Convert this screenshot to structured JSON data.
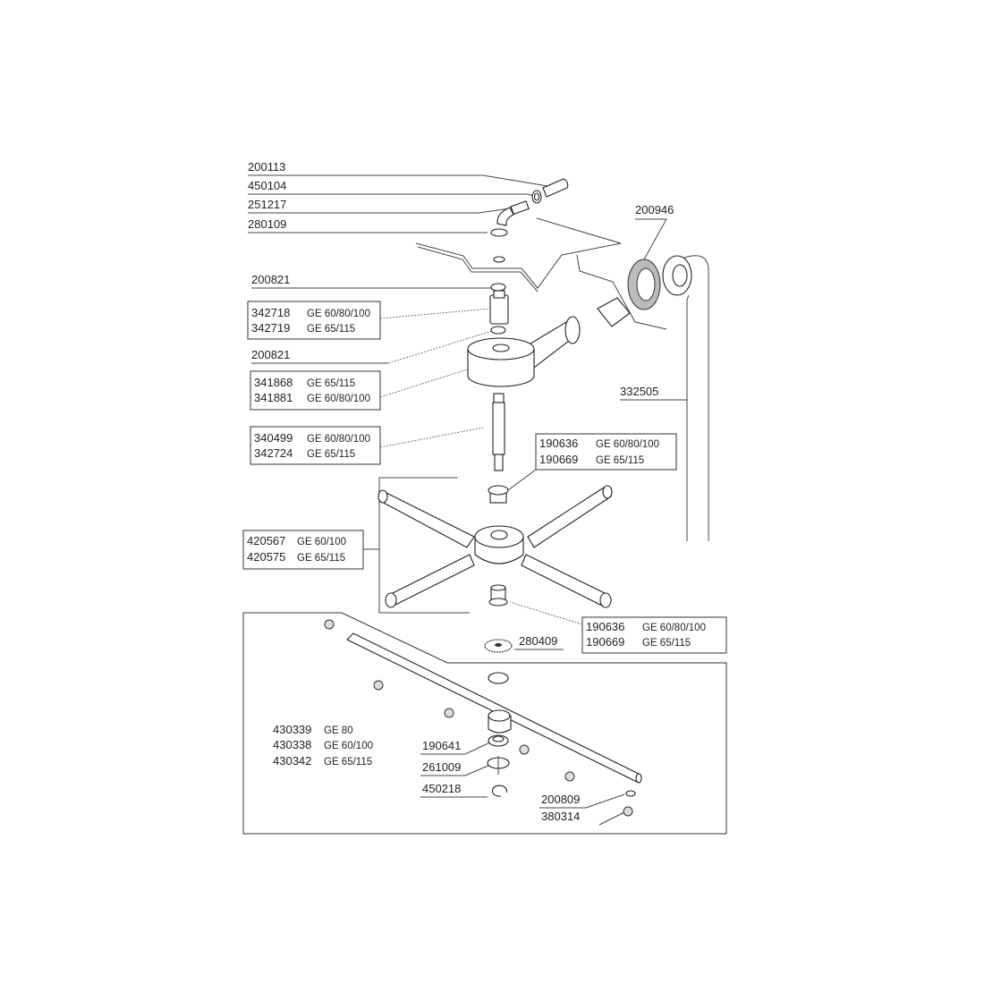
{
  "labels": {
    "p200113": "200113",
    "p450104": "450104",
    "p251217": "251217",
    "p280109": "280109",
    "p200946": "200946",
    "p200821_a": "200821",
    "p342718": "342718",
    "p342718_ge": "GE 60/80/100",
    "p342719": "342719",
    "p342719_ge": "GE 65/115",
    "p200821_b": "200821",
    "p341868": "341868",
    "p341868_ge": "GE 65/115",
    "p341881": "341881",
    "p341881_ge": "GE 60/80/100",
    "p332505": "332505",
    "p340499": "340499",
    "p340499_ge": "GE 60/80/100",
    "p342724": "342724",
    "p342724_ge": "GE 65/115",
    "p190636_a": "190636",
    "p190636_a_ge": "GE 60/80/100",
    "p190669_a": "190669",
    "p190669_a_ge": "GE 65/115",
    "p420567": "420567",
    "p420567_ge": "GE 60/100",
    "p420575": "420575",
    "p420575_ge": "GE 65/115",
    "p190636_b": "190636",
    "p190636_b_ge": "GE 60/80/100",
    "p190669_b": "190669",
    "p190669_b_ge": "GE 65/115",
    "p280409": "280409",
    "p430339": "430339",
    "p430339_ge": "GE 80",
    "p430338": "430338",
    "p430338_ge": "GE 60/100",
    "p430342": "430342",
    "p430342_ge": "GE 65/115",
    "p190641": "190641",
    "p261009": "261009",
    "p450218": "450218",
    "p200809": "200809",
    "p380314": "380314"
  }
}
